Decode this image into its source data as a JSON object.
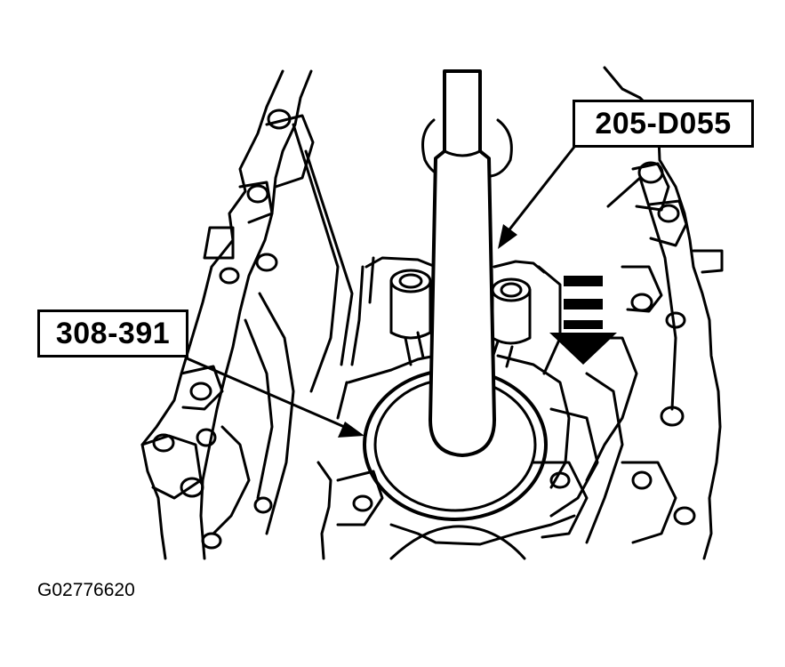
{
  "callouts": {
    "tool_a": "205-D055",
    "tool_b": "308-391"
  },
  "figure_id": "G02776620",
  "colors": {
    "ink": "#000000",
    "paper": "#ffffff"
  },
  "icons": {
    "direction": "down-arrow-icon"
  }
}
